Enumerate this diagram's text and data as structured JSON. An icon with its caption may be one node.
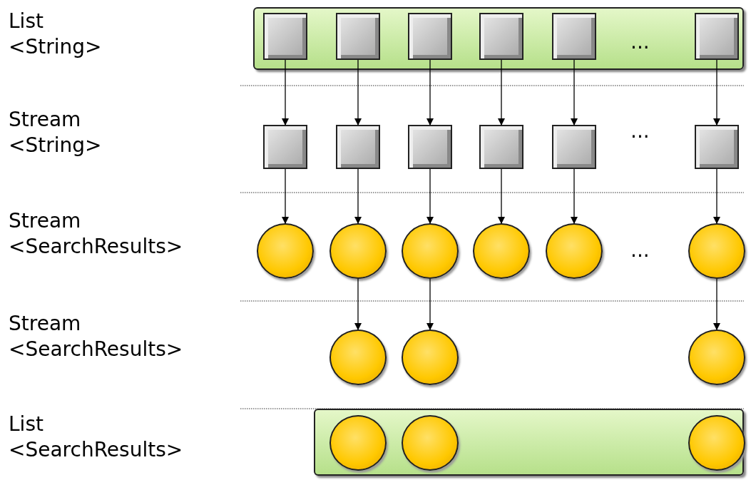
{
  "diagram": {
    "nodes": [
      {
        "text": [],
        "shape": "bar"
      },
      {
        "text": [],
        "shape": "box",
        "in": 0
      },
      {
        "text": [],
        "shape": "box",
        "in": 0
      },
      {
        "text": [],
        "shape": "box",
        "in": 0
      },
      {
        "text": [],
        "shape": "box",
        "in": 0
      },
      {
        "text": [],
        "shape": "box",
        "in": 0
      },
      {
        "text": [],
        "shape": "box",
        "in": 0
      },
      {
        "text": [],
        "shape": "box"
      },
      {
        "text": [],
        "shape": "box"
      },
      {
        "text": [],
        "shape": "box"
      },
      {
        "text": [],
        "shape": "box"
      },
      {
        "text": [],
        "shape": "box"
      },
      {
        "text": [],
        "shape": "box"
      },
      {
        "text": [],
        "shape": "circle"
      },
      {
        "text": [],
        "shape": "circle"
      },
      {
        "text": [],
        "shape": "circle"
      },
      {
        "text": [],
        "shape": "circle"
      },
      {
        "text": [],
        "shape": "circle"
      },
      {
        "text": [],
        "shape": "circle"
      },
      {
        "text": [],
        "shape": "circle"
      },
      {
        "text": [],
        "shape": "circle"
      },
      {
        "text": [],
        "shape": "circle"
      },
      {
        "text": [],
        "shape": "bar"
      },
      {
        "text": [],
        "shape": "circle",
        "in": 22
      },
      {
        "text": [],
        "shape": "circle",
        "in": 22
      },
      {
        "text": [],
        "shape": "circle",
        "in": 22
      }
    ],
    "edges": [
      {
        "from": 1,
        "to": 7,
        "arrow": "to"
      },
      {
        "from": 2,
        "to": 8,
        "arrow": "to"
      },
      {
        "from": 3,
        "to": 9,
        "arrow": "to"
      },
      {
        "from": 4,
        "to": 10,
        "arrow": "to"
      },
      {
        "from": 5,
        "to": 11,
        "arrow": "to"
      },
      {
        "from": 6,
        "to": 12,
        "arrow": "to"
      },
      {
        "from": 7,
        "to": 13,
        "arrow": "to"
      },
      {
        "from": 8,
        "to": 14,
        "arrow": "to"
      },
      {
        "from": 9,
        "to": 15,
        "arrow": "to"
      },
      {
        "from": 10,
        "to": 16,
        "arrow": "to"
      },
      {
        "from": 11,
        "to": 17,
        "arrow": "to"
      },
      {
        "from": 12,
        "to": 18,
        "arrow": "to"
      },
      {
        "from": 14,
        "to": 19,
        "arrow": "to"
      },
      {
        "from": 15,
        "to": 20,
        "arrow": "to"
      },
      {
        "from": 18,
        "to": 21,
        "arrow": "to"
      }
    ],
    "labels": [
      "List <String>",
      "...",
      "Stream <String>",
      "...",
      "Stream <SearchResults>",
      "...",
      "Stream <SearchResults>",
      "List <SearchResults>"
    ]
  }
}
